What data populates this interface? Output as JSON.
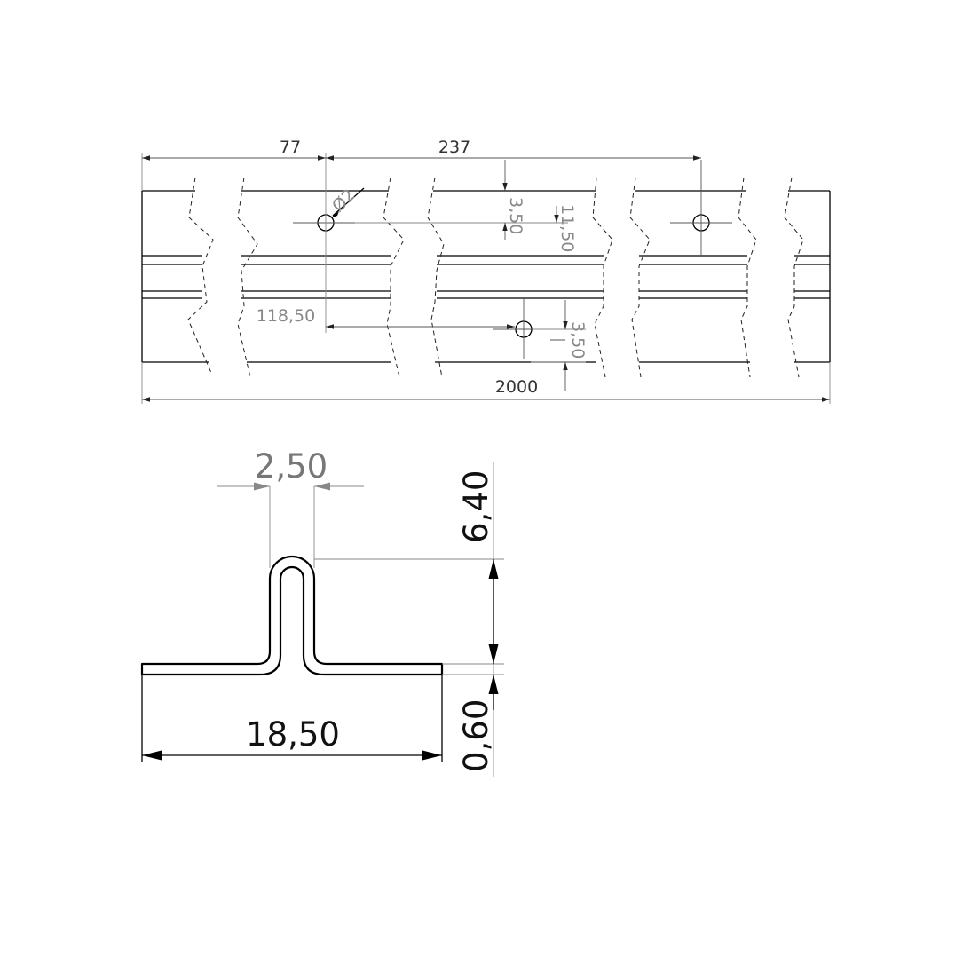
{
  "top_view": {
    "dim_77": "77",
    "dim_237": "237",
    "dim_3_50_top": "3,50",
    "dim_11_50": "11,50",
    "dim_diameter": "Ø2",
    "dim_118_50": "118,50",
    "dim_3_50_bottom": "3,50",
    "dim_2000": "2000"
  },
  "section_view": {
    "dim_2_50": "2,50",
    "dim_6_40": "6,40",
    "dim_18_50": "18,50",
    "dim_0_60": "0,60"
  }
}
